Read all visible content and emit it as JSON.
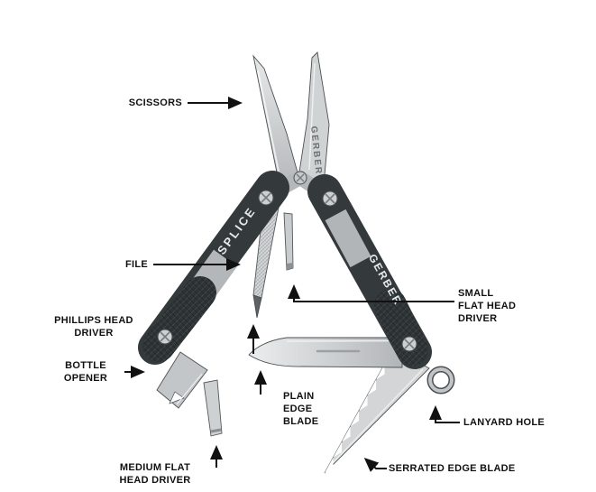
{
  "diagram": {
    "brand": {
      "scissor_blade": "GERBER",
      "left_handle": "SPLICE",
      "right_handle": "GERBER"
    },
    "labels": {
      "scissors": [
        "SCISSORS"
      ],
      "file": [
        "FILE"
      ],
      "phillips_head_driver": [
        "PHILLIPS HEAD",
        "DRIVER"
      ],
      "bottle_opener": [
        "BOTTLE",
        "OPENER"
      ],
      "medium_flat_head_driver": [
        "MEDIUM FLAT",
        "HEAD DRIVER"
      ],
      "small_flat_head_driver": [
        "SMALL",
        "FLAT HEAD",
        "DRIVER"
      ],
      "lanyard_hole": [
        "LANYARD HOLE"
      ],
      "serrated_edge_blade": [
        "SERRATED EDGE BLADE"
      ],
      "plain_edge_blade": [
        "PLAIN",
        "EDGE",
        "BLADE"
      ]
    },
    "colors": {
      "background": "#ffffff",
      "label_text": "#111111",
      "arrow": "#111111",
      "handle_dark": "#34393c",
      "metal_light": "#d8dadb",
      "metal_mid": "#b5b8ba"
    }
  }
}
